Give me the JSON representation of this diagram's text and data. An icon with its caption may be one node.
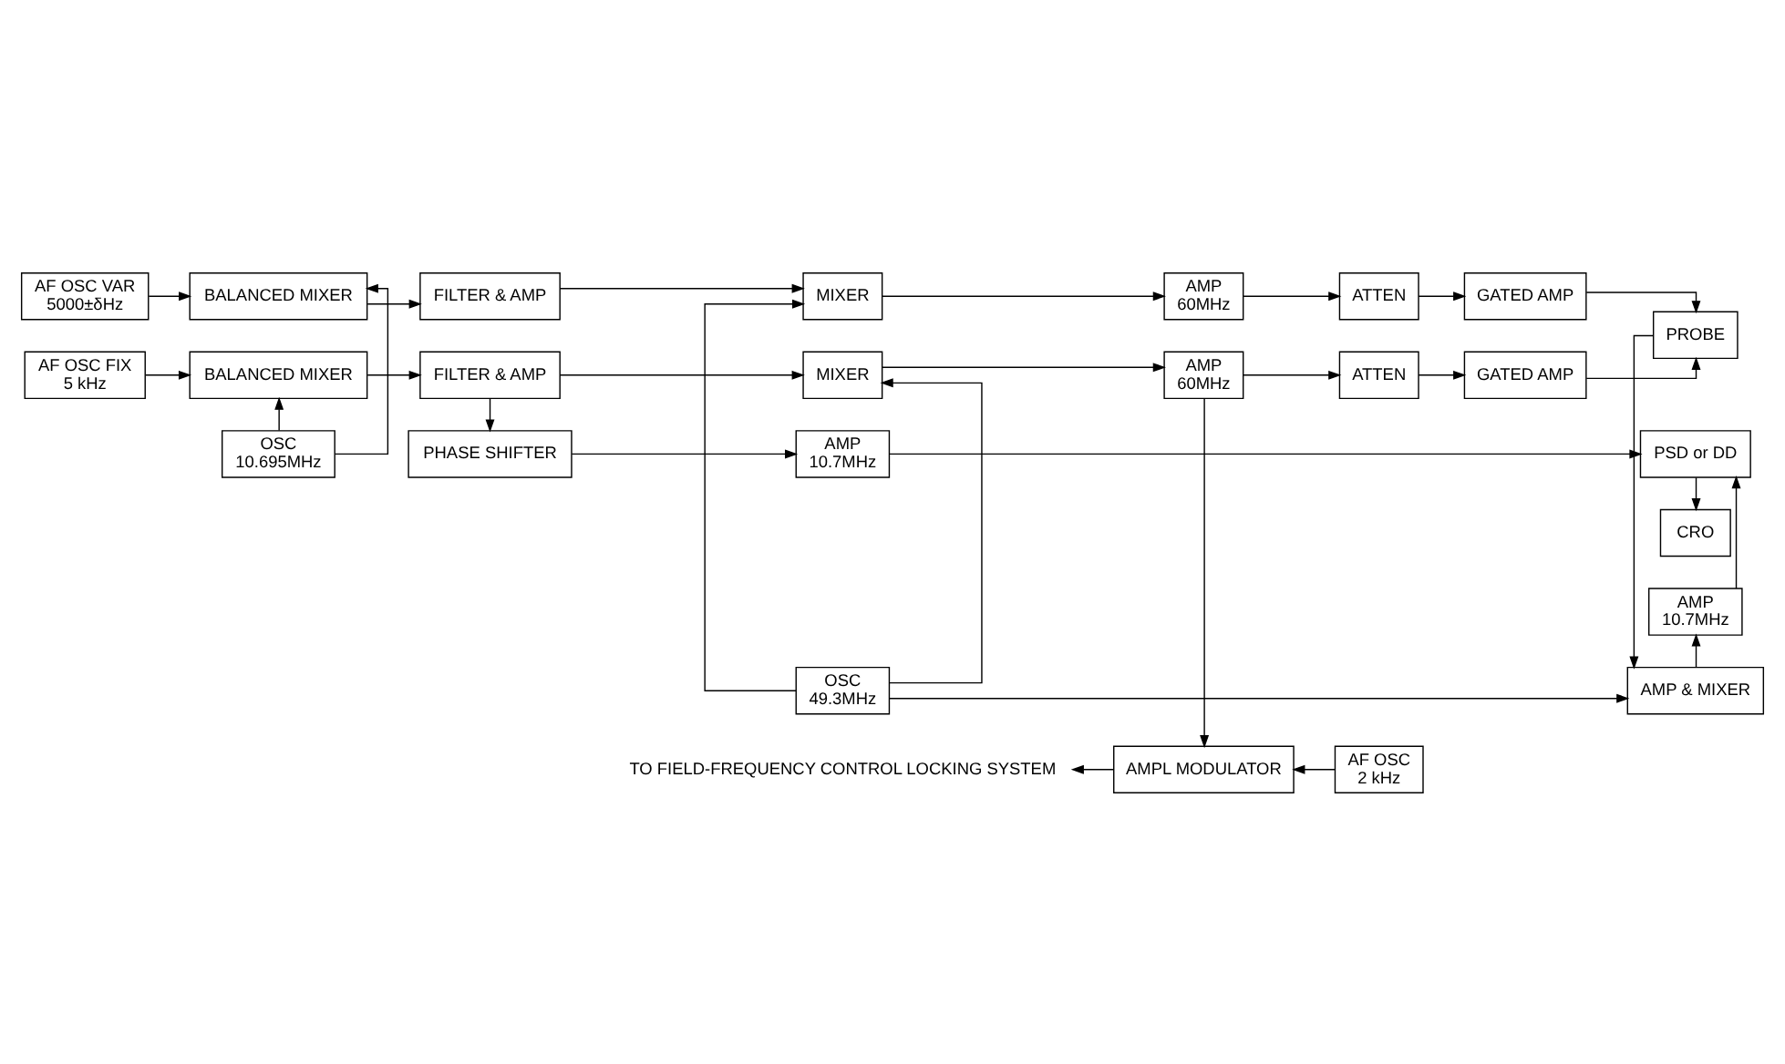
{
  "diagram": {
    "nodes": [
      {
        "text": [
          "AF OSC VAR",
          "5000±δHz"
        ]
      },
      {
        "text": [
          "BALANCED MIXER"
        ]
      },
      {
        "text": [
          "FILTER & AMP"
        ]
      },
      {
        "text": [
          "MIXER"
        ]
      },
      {
        "text": [
          "AMP",
          "60MHz"
        ]
      },
      {
        "text": [
          "ATTEN"
        ]
      },
      {
        "text": [
          "GATED AMP"
        ]
      },
      {
        "text": [
          "PROBE"
        ]
      },
      {
        "text": [
          "OSC",
          "10.695MHz"
        ]
      },
      {
        "text": [
          "OSC",
          "49.3MHz"
        ]
      },
      {
        "text": [
          "AMP & MIXER"
        ]
      },
      {
        "text": [
          "AF OSC FIX",
          "5 kHz"
        ]
      },
      {
        "text": [
          "BALANCED MIXER"
        ]
      },
      {
        "text": [
          "FILTER & AMP"
        ]
      },
      {
        "text": [
          "MIXER"
        ]
      },
      {
        "text": [
          "AMP",
          "60MHz"
        ]
      },
      {
        "text": [
          "ATTEN"
        ]
      },
      {
        "text": [
          "GATED AMP"
        ]
      },
      {
        "text": [
          "AMP",
          "10.7MHz"
        ]
      },
      {
        "text": [
          "PHASE SHIFTER"
        ]
      },
      {
        "text": [
          "AMP",
          "10.7MHz"
        ]
      },
      {
        "text": [
          "PSD or DD"
        ]
      },
      {
        "text": [
          "AMPL MODULATOR"
        ]
      },
      {
        "text": [
          "AF OSC",
          "2 kHz"
        ]
      },
      {
        "text": [
          "CRO"
        ]
      },
      {
        "text": [
          "TO FIELD-FREQUENCY CONTROL LOCKING SYSTEM"
        ]
      }
    ],
    "edges": [
      {
        "from": 0,
        "to": 1,
        "arrow": "to"
      },
      {
        "from": 1,
        "to": 2,
        "arrow": "to"
      },
      {
        "from": 2,
        "to": 3,
        "arrow": "to"
      },
      {
        "from": 3,
        "to": 4,
        "arrow": "to"
      },
      {
        "from": 4,
        "to": 5,
        "arrow": "to"
      },
      {
        "from": 5,
        "to": 6,
        "arrow": "to"
      },
      {
        "from": 6,
        "to": 7,
        "arrow": "to"
      },
      {
        "from": 7,
        "to": 10,
        "arrow": "to"
      },
      {
        "from": 8,
        "to": 1,
        "arrow": "to"
      },
      {
        "from": 8,
        "to": 12,
        "arrow": "to"
      },
      {
        "from": 9,
        "to": 3,
        "arrow": "to"
      },
      {
        "from": 9,
        "to": 14,
        "arrow": "to"
      },
      {
        "from": 9,
        "to": 10,
        "arrow": "to"
      },
      {
        "from": 11,
        "to": 12,
        "arrow": "to"
      },
      {
        "from": 12,
        "to": 13,
        "arrow": "to"
      },
      {
        "from": 13,
        "to": 14,
        "arrow": "to"
      },
      {
        "from": 14,
        "to": 15,
        "arrow": "to"
      },
      {
        "from": 15,
        "to": 16,
        "arrow": "to"
      },
      {
        "from": 16,
        "to": 17,
        "arrow": "to"
      },
      {
        "from": 17,
        "to": 7,
        "arrow": "to"
      },
      {
        "from": 10,
        "to": 18,
        "arrow": "to"
      },
      {
        "from": 18,
        "to": 21,
        "arrow": "to"
      },
      {
        "from": 13,
        "to": 19,
        "arrow": "to"
      },
      {
        "from": 19,
        "to": 20,
        "arrow": "to"
      },
      {
        "from": 20,
        "to": 21,
        "arrow": "to"
      },
      {
        "from": 15,
        "to": 22,
        "arrow": "to"
      },
      {
        "from": 23,
        "to": 22,
        "arrow": "to"
      },
      {
        "from": 22,
        "to": 25,
        "arrow": "to"
      },
      {
        "from": 21,
        "to": 24,
        "arrow": "to"
      }
    ]
  }
}
